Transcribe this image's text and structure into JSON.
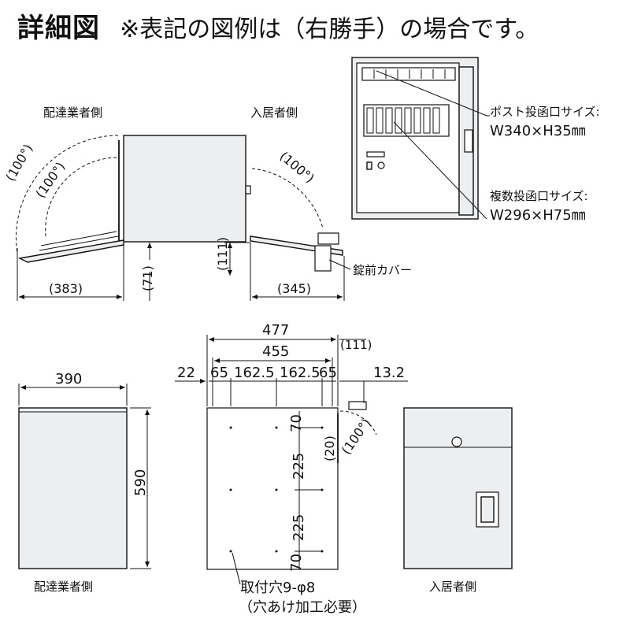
{
  "title": {
    "main": "詳細図",
    "note": "※表記の図例は（右勝手）の場合です。"
  },
  "side_view": {
    "label_left": "配達業者側",
    "label_right": "入居者側",
    "angle_outer": "(100°)",
    "angle_inner": "(100°)",
    "angle_right": "(100°)",
    "dim_383": "(383)",
    "dim_71": "(71)",
    "dim_111": "(111)",
    "dim_345": "(345)",
    "lock_cover": "錠前カバー"
  },
  "interior_view": {
    "slot_label": "ポスト投函口サイズ:",
    "slot_size": "W340×H35㎜",
    "multi_label": "複数投函口サイズ:",
    "multi_size": "W296×H75㎜"
  },
  "front_view": {
    "width": "390",
    "height": "590",
    "label": "配達業者側"
  },
  "back_view": {
    "dim_477": "477",
    "dim_455": "455",
    "dim_111": "(111)",
    "dim_22": "22",
    "dim_65a": "65",
    "dim_162a": "162.5",
    "dim_162b": "162.5",
    "dim_65b": "65",
    "dim_13": "13.2",
    "dim_70a": "70",
    "dim_225a": "225",
    "dim_225b": "225",
    "dim_70b": "70",
    "dim_20": "(20)",
    "angle": "(100°)",
    "holes_label": "取付穴9-φ8",
    "holes_note": "（穴あけ加工必要）"
  },
  "resident_view": {
    "label": "入居者側"
  }
}
